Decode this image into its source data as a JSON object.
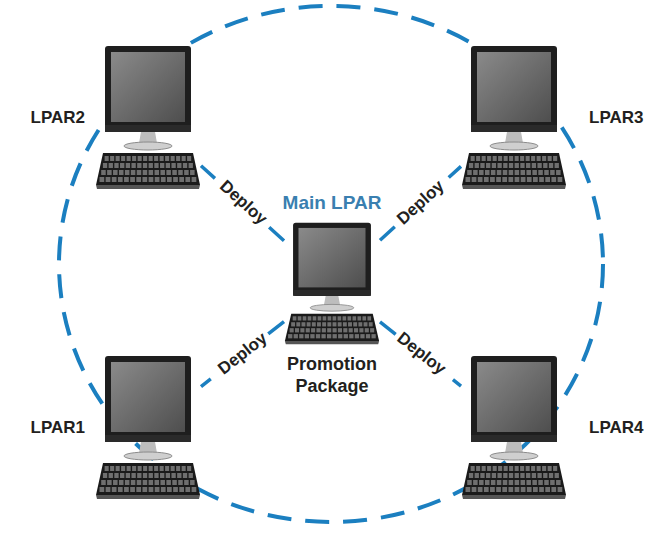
{
  "diagram": {
    "nodes": [
      {
        "text": [
          "Main LPAR",
          "Promotion Package"
        ]
      },
      {
        "text": [
          "LPAR2"
        ]
      },
      {
        "text": [
          "LPAR3"
        ]
      },
      {
        "text": [
          "LPAR1"
        ]
      },
      {
        "text": [
          "LPAR4"
        ]
      }
    ],
    "edges": [
      {
        "from": 0,
        "to": 1,
        "label": "Deploy",
        "arrow": "none"
      },
      {
        "from": 0,
        "to": 2,
        "label": "Deploy",
        "arrow": "none"
      },
      {
        "from": 0,
        "to": 3,
        "label": "Deploy",
        "arrow": "none"
      },
      {
        "from": 0,
        "to": 4,
        "label": "Deploy",
        "arrow": "none"
      }
    ]
  }
}
